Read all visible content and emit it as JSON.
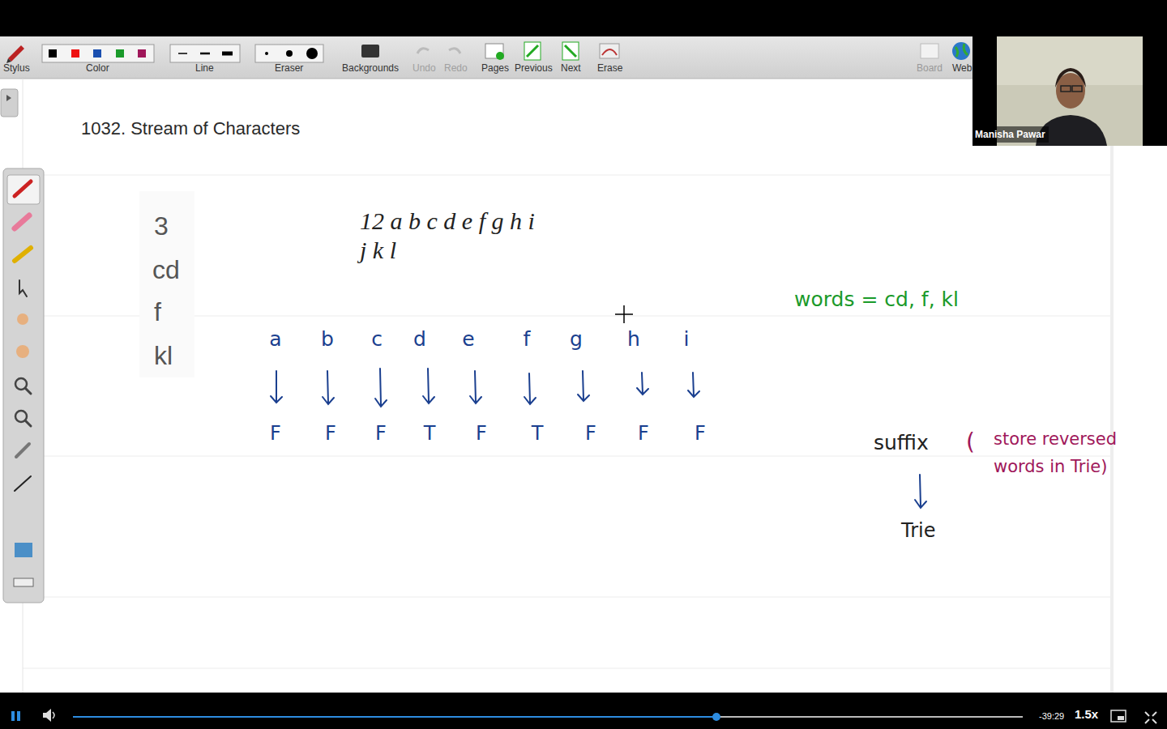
{
  "diagram": {
    "title": "1032. Stream of Characters",
    "labels": [
      "Stylus",
      "Color",
      "Line",
      "Eraser",
      "Backgrounds",
      "Undo",
      "Redo",
      "Pages",
      "Previous",
      "Next",
      "Erase",
      "Board",
      "Web",
      "Manisha Pawar",
      "3",
      "cd",
      "f",
      "kl",
      "12 a b c d e f g h i",
      "j k l",
      "a",
      "b",
      "c",
      "d",
      "e",
      "f",
      "g",
      "h",
      "i",
      "F",
      "F",
      "F",
      "T",
      "F",
      "T",
      "F",
      "F",
      "F",
      "words = cd, f, kl",
      "suffix",
      "(",
      "store reversed words in Trie)",
      "Trie",
      "-39:29",
      "1.5x"
    ]
  }
}
